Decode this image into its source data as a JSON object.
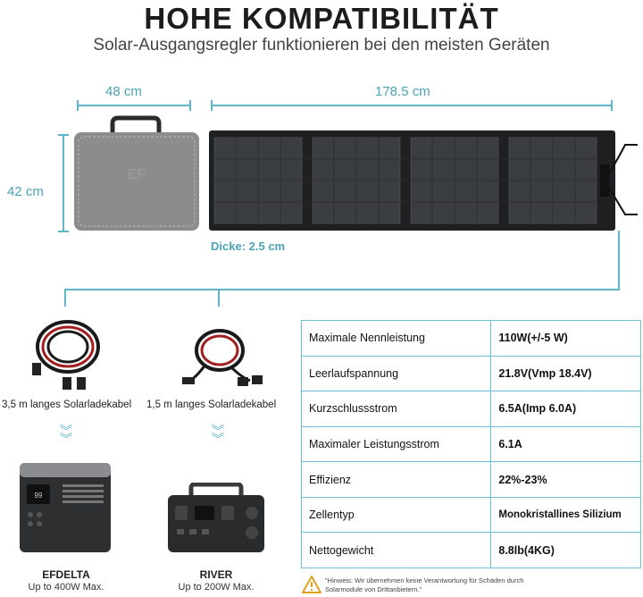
{
  "header": {
    "title": "HOHE KOMPATIBILITÄT",
    "subtitle": "Solar-Ausgangsregler funktionieren bei den meisten Geräten"
  },
  "dimensions": {
    "bag_width": "48 cm",
    "panel_width": "178.5 cm",
    "height": "42 cm",
    "thickness": "Dicke: 2.5 cm"
  },
  "cables": [
    {
      "label": "3,5 m langes Solarladekabel"
    },
    {
      "label": "1,5 m langes Solarladekabel"
    }
  ],
  "devices": [
    {
      "name": "EFDELTA",
      "capacity": "Up to 400W Max."
    },
    {
      "name": "RIVER",
      "capacity": "Up to 200W Max."
    }
  ],
  "specs": [
    {
      "label": "Maximale Nennleistung",
      "value": "110W(+/-5 W)"
    },
    {
      "label": "Leerlaufspannung",
      "value": "21.8V(Vmp 18.4V)"
    },
    {
      "label": "Kurzschlussstrom",
      "value": "6.5A(Imp 6.0A)"
    },
    {
      "label": "Maximaler Leistungsstrom",
      "value": "6.1A"
    },
    {
      "label": "Effizienz",
      "value": "22%-23%"
    },
    {
      "label": "Zellentyp",
      "value": "Monokristallines Silizium"
    },
    {
      "label": "Nettogewicht",
      "value": "8.8lb(4KG)"
    }
  ],
  "note": {
    "line1": "\"Hinweis: Wir übernehmen keine Verantwortung für Schäden durch",
    "line2": "Solarmodule von Drittanbietern.\""
  },
  "colors": {
    "accent": "#5fb4c6",
    "text": "#222222"
  }
}
